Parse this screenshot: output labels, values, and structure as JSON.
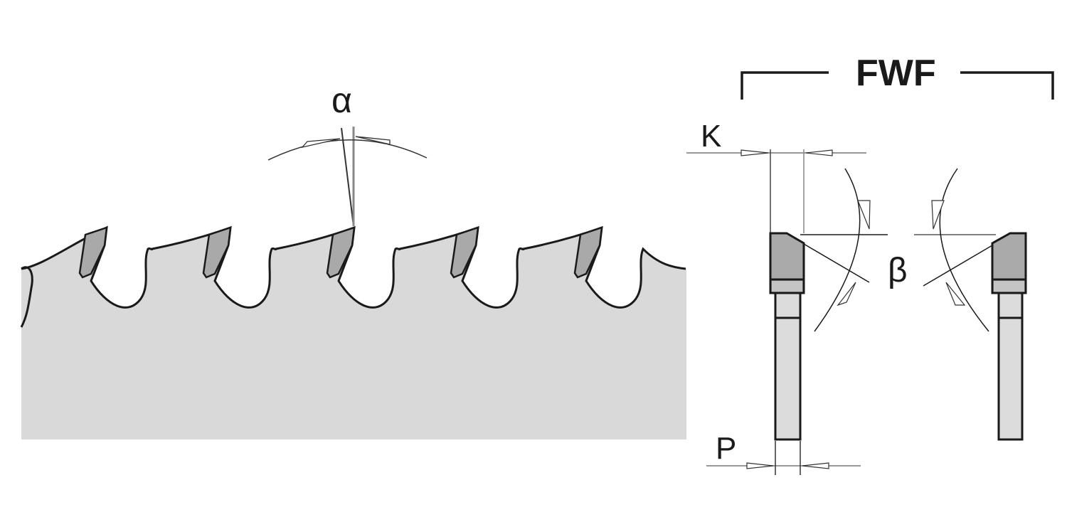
{
  "labels": {
    "alpha": "α",
    "beta": "β",
    "k": "K",
    "p": "P",
    "fwf": "FWF"
  },
  "colors": {
    "blade_body": "#d9d9d9",
    "tooth_insert": "#a9a9a9",
    "outline": "#1a1a1a",
    "dimension_line": "#555555"
  },
  "teeth_count": 5
}
